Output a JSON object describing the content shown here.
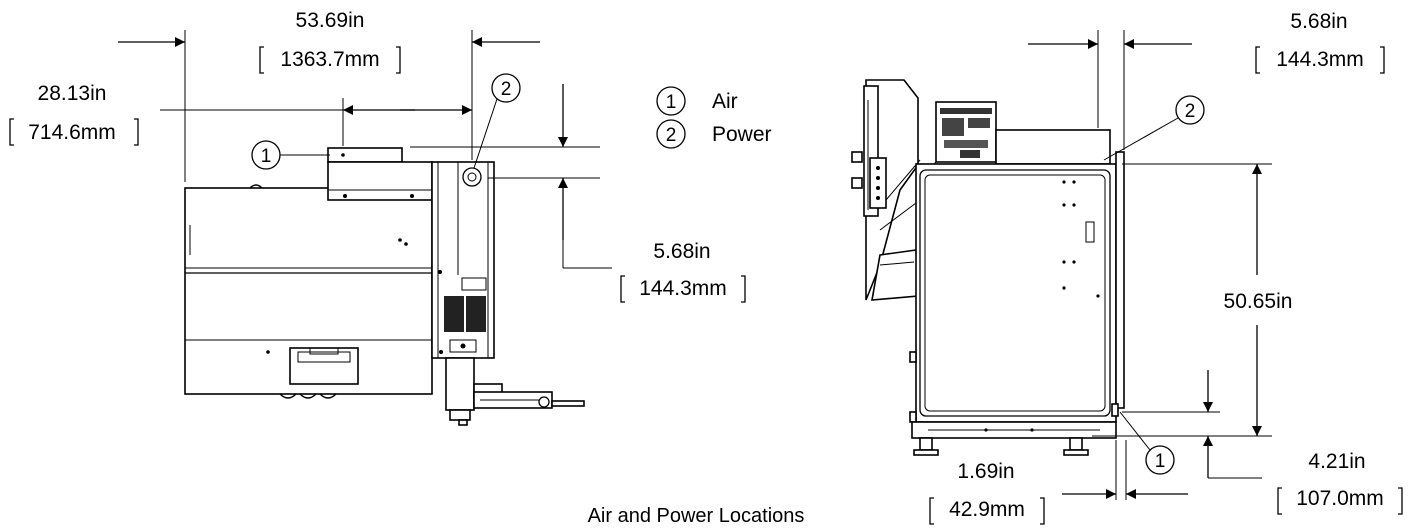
{
  "caption": "Air and Power Locations",
  "legend": [
    {
      "number": "1",
      "label": "Air"
    },
    {
      "number": "2",
      "label": "Power"
    }
  ],
  "top_view": {
    "overall_width": {
      "in": "53.69in",
      "mm": "1363.7mm"
    },
    "air_offset": {
      "in": "28.13in",
      "mm": "714.6mm"
    },
    "power_offset": {
      "in": "5.68in",
      "mm": "144.3mm"
    },
    "balloons": [
      "1",
      "2"
    ]
  },
  "side_view": {
    "top_offset": {
      "in": "5.68in",
      "mm": "144.3mm"
    },
    "height": {
      "in": "50.65in"
    },
    "bottom_offset": {
      "in": "1.69in",
      "mm": "42.9mm"
    },
    "air_height": {
      "in": "4.21in",
      "mm": "107.0mm"
    },
    "balloons": [
      "2",
      "1"
    ]
  }
}
